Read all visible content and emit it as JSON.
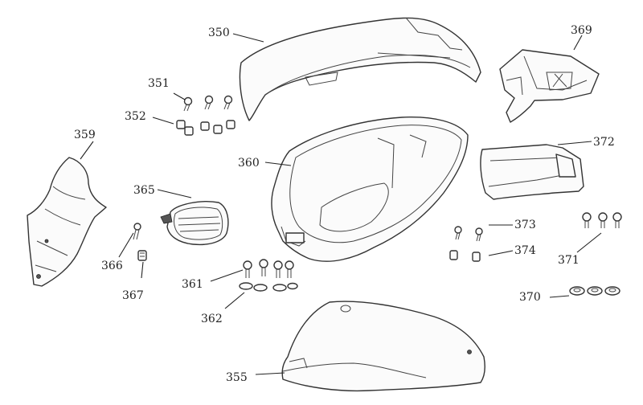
{
  "diagram": {
    "callouts": [
      {
        "id": "c350",
        "text": "350"
      },
      {
        "id": "c351",
        "text": "351"
      },
      {
        "id": "c352",
        "text": "352"
      },
      {
        "id": "c355",
        "text": "355"
      },
      {
        "id": "c359",
        "text": "359"
      },
      {
        "id": "c360",
        "text": "360"
      },
      {
        "id": "c361",
        "text": "361"
      },
      {
        "id": "c362",
        "text": "362"
      },
      {
        "id": "c365",
        "text": "365"
      },
      {
        "id": "c366",
        "text": "366"
      },
      {
        "id": "c367",
        "text": "367"
      },
      {
        "id": "c369",
        "text": "369"
      },
      {
        "id": "c370",
        "text": "370"
      },
      {
        "id": "c371",
        "text": "371"
      },
      {
        "id": "c372",
        "text": "372"
      },
      {
        "id": "c373",
        "text": "373"
      },
      {
        "id": "c374",
        "text": "374"
      }
    ]
  }
}
